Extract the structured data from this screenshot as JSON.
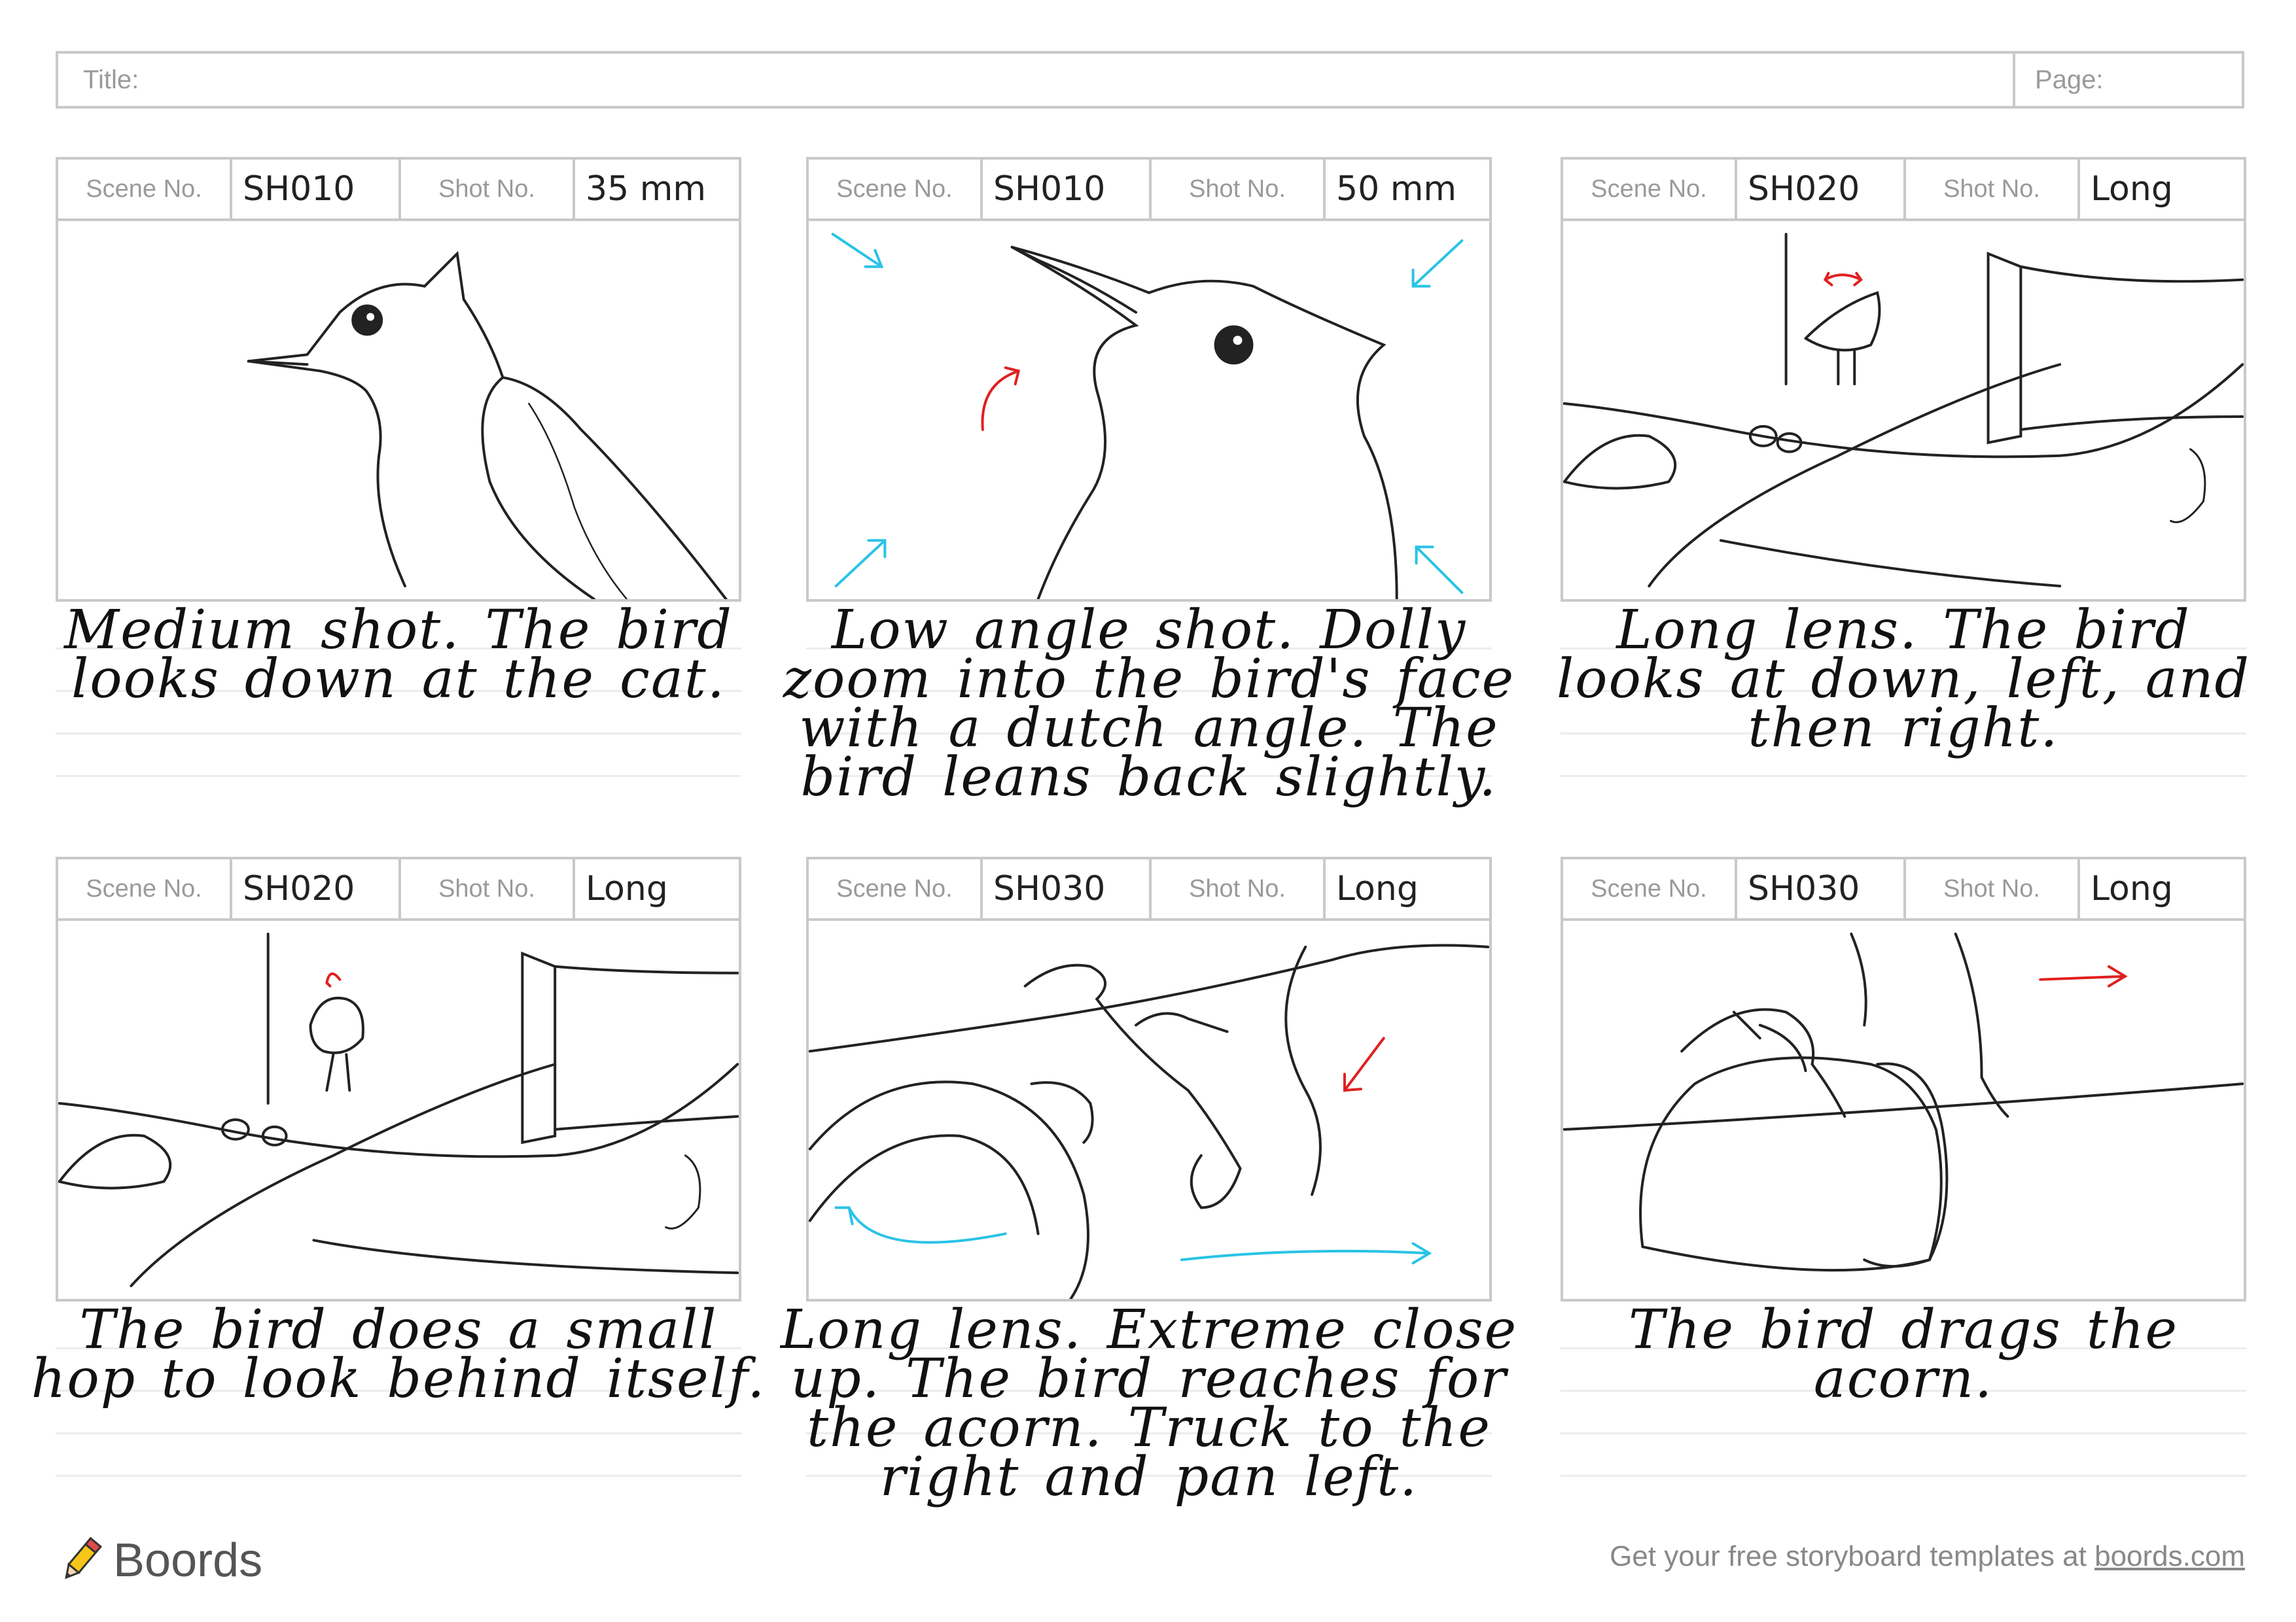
{
  "header": {
    "title_label": "Title:",
    "page_label": "Page:"
  },
  "labels": {
    "scene": "Scene No.",
    "shot": "Shot No."
  },
  "panels": [
    {
      "scene": "SH010",
      "shot": "35 mm",
      "caption": "Medium shot. The bird looks down at the cat."
    },
    {
      "scene": "SH010",
      "shot": "50 mm",
      "caption": "Low angle shot. Dolly zoom into the bird's face with a dutch angle. The bird leans back slightly."
    },
    {
      "scene": "SH020",
      "shot": "Long",
      "caption": "Long lens. The bird looks at down, left, and then right."
    },
    {
      "scene": "SH020",
      "shot": "Long",
      "caption": "The bird does a small hop to look behind itself."
    },
    {
      "scene": "SH030",
      "shot": "Long",
      "caption": "Long lens. Extreme close up. The bird reaches for the acorn. Truck to the right and pan left."
    },
    {
      "scene": "SH030",
      "shot": "Long",
      "caption": "The bird drags the acorn."
    }
  ],
  "footer": {
    "brand": "Boords",
    "note": "Get your free storyboard templates at",
    "link": "boords.com"
  },
  "colors": {
    "border": "#c9c9c9",
    "arrow_cyan": "#29c3e6",
    "arrow_red": "#e02020"
  }
}
